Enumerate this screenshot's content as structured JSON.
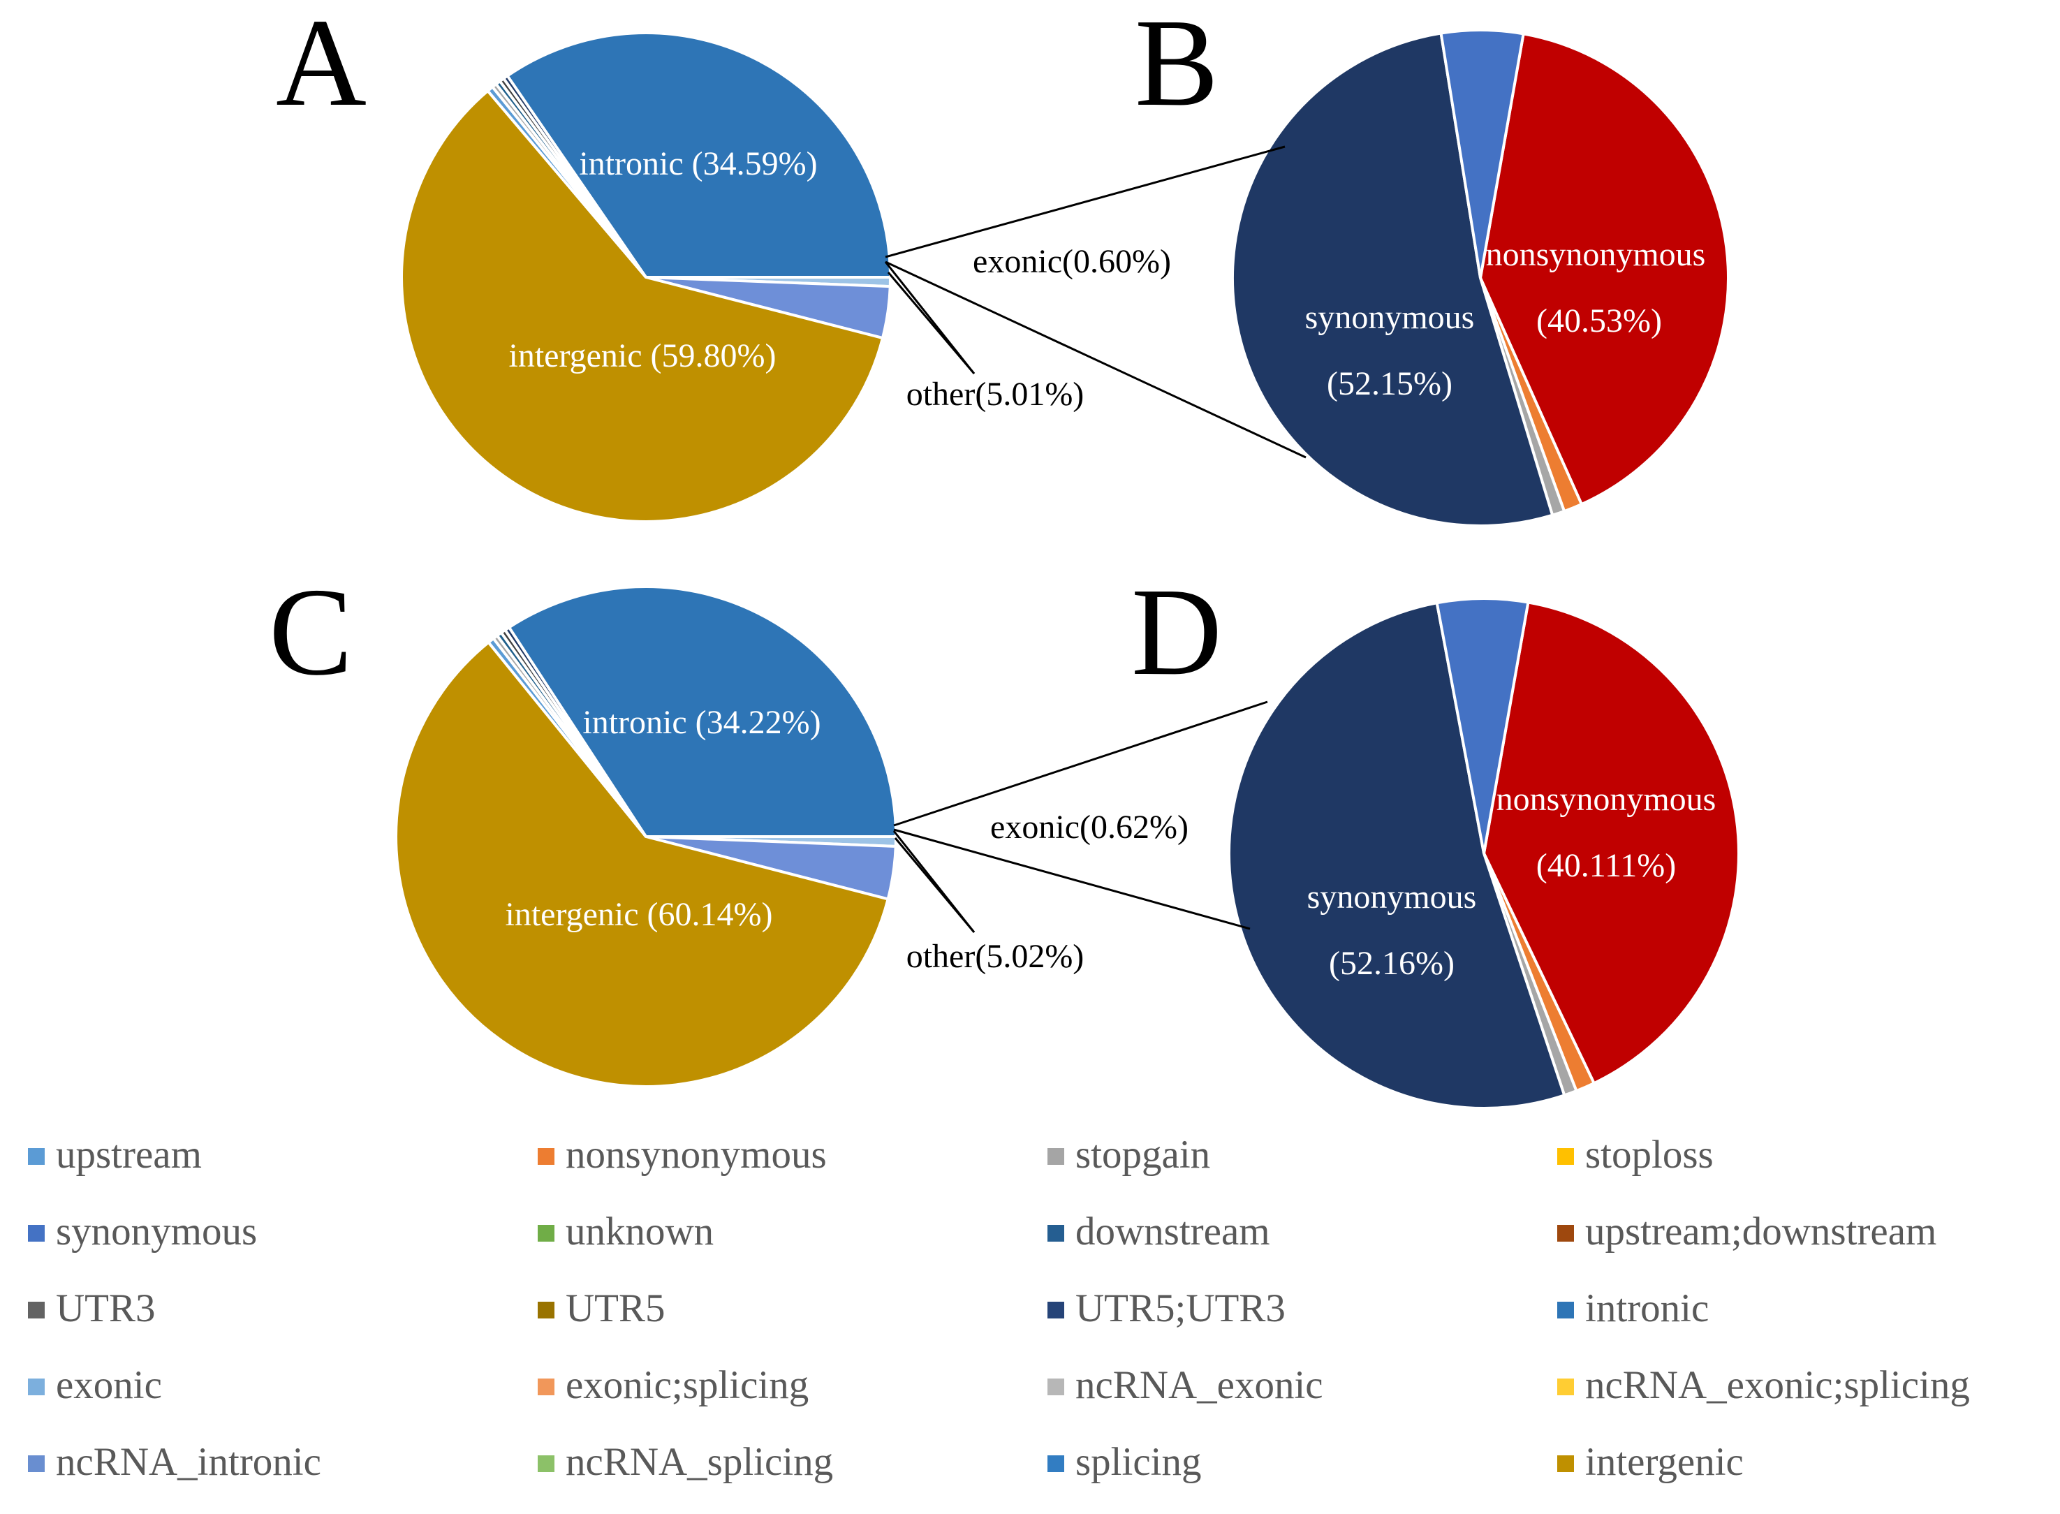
{
  "chart_data": [
    {
      "panel": "A",
      "type": "pie",
      "slices": [
        {
          "name": "intergenic",
          "value": 59.8,
          "color": "#bf9000"
        },
        {
          "name": "intronic",
          "value": 34.59,
          "color": "#2e75b6"
        },
        {
          "name": "exonic",
          "value": 0.6,
          "color": "#9dc3e6"
        },
        {
          "name": "ncRNA_intronic",
          "value": 3.4,
          "color": "#6e8fd8"
        },
        {
          "name": "upstream",
          "value": 0.4,
          "color": "#5b9bd5"
        },
        {
          "name": "UTR3",
          "value": 0.3,
          "color": "#404040"
        },
        {
          "name": "UTR5;UTR3",
          "value": 0.3,
          "color": "#203864"
        },
        {
          "name": "downstream",
          "value": 0.31,
          "color": "#1f5f8b"
        },
        {
          "name": "ncRNA_exonic",
          "value": 0.3,
          "color": "#a6a6a6"
        }
      ],
      "labels": [
        "intronic (34.59%)",
        "intergenic (59.80%)"
      ],
      "callouts": {
        "exonic": "exonic(0.60%)",
        "other": "other(5.01%)"
      }
    },
    {
      "panel": "B",
      "type": "pie",
      "slices": [
        {
          "name": "nonsynonymous",
          "value": 40.53,
          "color": "#c00000"
        },
        {
          "name": "nonsynonymous (legend)",
          "value": 1.2,
          "color": "#ed7d31"
        },
        {
          "name": "stopgain",
          "value": 0.8,
          "color": "#a6a6a6"
        },
        {
          "name": "synonymous",
          "value": 52.15,
          "color": "#1f3864"
        },
        {
          "name": "synonymous (legend)",
          "value": 5.32,
          "color": "#4472c4"
        }
      ],
      "labels": [
        "nonsynonymous",
        "(40.53%)",
        "synonymous",
        "(52.15%)"
      ]
    },
    {
      "panel": "C",
      "type": "pie",
      "slices": [
        {
          "name": "intergenic",
          "value": 60.14,
          "color": "#bf9000"
        },
        {
          "name": "intronic",
          "value": 34.22,
          "color": "#2e75b6"
        },
        {
          "name": "exonic",
          "value": 0.62,
          "color": "#9dc3e6"
        },
        {
          "name": "ncRNA_intronic",
          "value": 3.4,
          "color": "#6e8fd8"
        },
        {
          "name": "upstream",
          "value": 0.4,
          "color": "#5b9bd5"
        },
        {
          "name": "UTR3",
          "value": 0.3,
          "color": "#404040"
        },
        {
          "name": "UTR5;UTR3",
          "value": 0.3,
          "color": "#203864"
        },
        {
          "name": "downstream",
          "value": 0.32,
          "color": "#1f5f8b"
        },
        {
          "name": "ncRNA_exonic",
          "value": 0.3,
          "color": "#a6a6a6"
        }
      ],
      "labels": [
        "intronic (34.22%)",
        "intergenic (60.14%)"
      ],
      "callouts": {
        "exonic": "exonic(0.62%)",
        "other": "other(5.02%)"
      }
    },
    {
      "panel": "D",
      "type": "pie",
      "slices": [
        {
          "name": "nonsynonymous",
          "value": 40.111,
          "color": "#c00000"
        },
        {
          "name": "nonsynonymous (legend)",
          "value": 1.2,
          "color": "#ed7d31"
        },
        {
          "name": "stopgain",
          "value": 0.8,
          "color": "#a6a6a6"
        },
        {
          "name": "synonymous",
          "value": 52.16,
          "color": "#1f3864"
        },
        {
          "name": "synonymous (legend)",
          "value": 5.73,
          "color": "#4472c4"
        }
      ],
      "labels": [
        "nonsynonymous",
        "(40.111%)",
        "synonymous",
        "(52.16%)"
      ]
    }
  ],
  "legend": [
    {
      "label": "upstream",
      "color": "#5b9bd5"
    },
    {
      "label": "nonsynonymous",
      "color": "#ed7d31"
    },
    {
      "label": "stopgain",
      "color": "#a5a5a5"
    },
    {
      "label": "stoploss",
      "color": "#ffc000"
    },
    {
      "label": "synonymous",
      "color": "#4472c4"
    },
    {
      "label": "unknown",
      "color": "#70ad47"
    },
    {
      "label": "downstream",
      "color": "#255e91"
    },
    {
      "label": "upstream;downstream",
      "color": "#9e480e"
    },
    {
      "label": "UTR3",
      "color": "#636363"
    },
    {
      "label": "UTR5",
      "color": "#997300"
    },
    {
      "label": "UTR5;UTR3",
      "color": "#264478"
    },
    {
      "label": "intronic",
      "color": "#2e75b6"
    },
    {
      "label": "exonic",
      "color": "#7cafdd"
    },
    {
      "label": "exonic;splicing",
      "color": "#f1975a"
    },
    {
      "label": "ncRNA_exonic",
      "color": "#b7b7b7"
    },
    {
      "label": "ncRNA_exonic;splicing",
      "color": "#ffcd33"
    },
    {
      "label": "ncRNA_intronic",
      "color": "#698ed0"
    },
    {
      "label": "ncRNA_splicing",
      "color": "#8cc168"
    },
    {
      "label": "splicing",
      "color": "#327dc2"
    },
    {
      "label": "intergenic",
      "color": "#bf9000"
    }
  ]
}
